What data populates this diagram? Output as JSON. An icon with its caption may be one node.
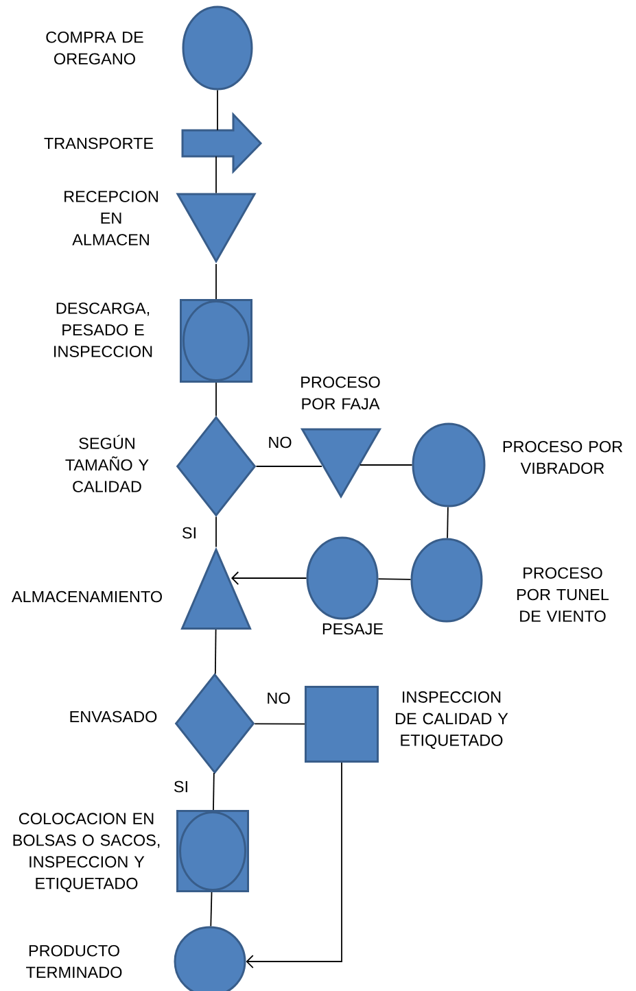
{
  "diagram": {
    "nodes": [
      {
        "text": [],
        "shape": "circle",
        "beside": [
          "COMPRA DE OREGANO"
        ]
      },
      {
        "text": [],
        "shape": "arrow",
        "beside": [
          "TRANSPORTE"
        ]
      },
      {
        "text": [],
        "shape": "triangle",
        "beside": [
          "RECEPCION EN ALMACEN"
        ]
      },
      {
        "text": [],
        "shape": "box",
        "beside": [
          "DESCARGA, PESADO E INSPECCION"
        ]
      },
      {
        "text": [],
        "shape": "diamond",
        "beside": [
          "SEGÚN TAMAÑO Y CALIDAD"
        ]
      },
      {
        "text": [],
        "shape": "triangle",
        "beside": [
          "PROCESO POR FAJA"
        ]
      },
      {
        "text": [],
        "shape": "circle",
        "beside": [
          "PROCESO POR VIBRADOR"
        ]
      },
      {
        "text": [],
        "shape": "circle",
        "beside": [
          "PROCESO POR TUNEL DE VIENTO"
        ]
      },
      {
        "text": [],
        "shape": "circle",
        "beside": [
          "PESAJE"
        ]
      },
      {
        "text": [],
        "shape": "triangle",
        "beside": [
          "ALMACENAMIENTO"
        ]
      },
      {
        "text": [],
        "shape": "diamond",
        "beside": [
          "ENVASADO"
        ]
      },
      {
        "text": [],
        "shape": "box",
        "beside": [
          "INSPECCION DE CALIDAD Y ETIQUETADO"
        ]
      },
      {
        "text": [],
        "shape": "box",
        "beside": [
          "COLOCACION EN BOLSAS O SACOS, INSPECCION Y ETIQUETADO"
        ]
      },
      {
        "text": [],
        "shape": "circle",
        "beside": [
          "PRODUCTO TERMINADO"
        ]
      }
    ],
    "edges": [
      {
        "from": 0,
        "to": 1,
        "arrow": "none"
      },
      {
        "from": 1,
        "to": 2,
        "arrow": "none"
      },
      {
        "from": 2,
        "to": 3,
        "arrow": "none"
      },
      {
        "from": 3,
        "to": 4,
        "arrow": "none"
      },
      {
        "from": 4,
        "to": 5,
        "arrow": "none",
        "label": "NO"
      },
      {
        "from": 5,
        "to": 6,
        "arrow": "none"
      },
      {
        "from": 6,
        "to": 7,
        "arrow": "none"
      },
      {
        "from": 7,
        "to": 8,
        "arrow": "none"
      },
      {
        "from": 8,
        "to": 9,
        "arrow": "to"
      },
      {
        "from": 4,
        "to": 9,
        "arrow": "none",
        "label": "SI"
      },
      {
        "from": 9,
        "to": 10,
        "arrow": "none"
      },
      {
        "from": 10,
        "to": 11,
        "arrow": "none",
        "label": "NO"
      },
      {
        "from": 10,
        "to": 12,
        "arrow": "none",
        "label": "SI"
      },
      {
        "from": 12,
        "to": 13,
        "arrow": "none"
      },
      {
        "from": 11,
        "to": 13,
        "arrow": "to"
      }
    ]
  }
}
